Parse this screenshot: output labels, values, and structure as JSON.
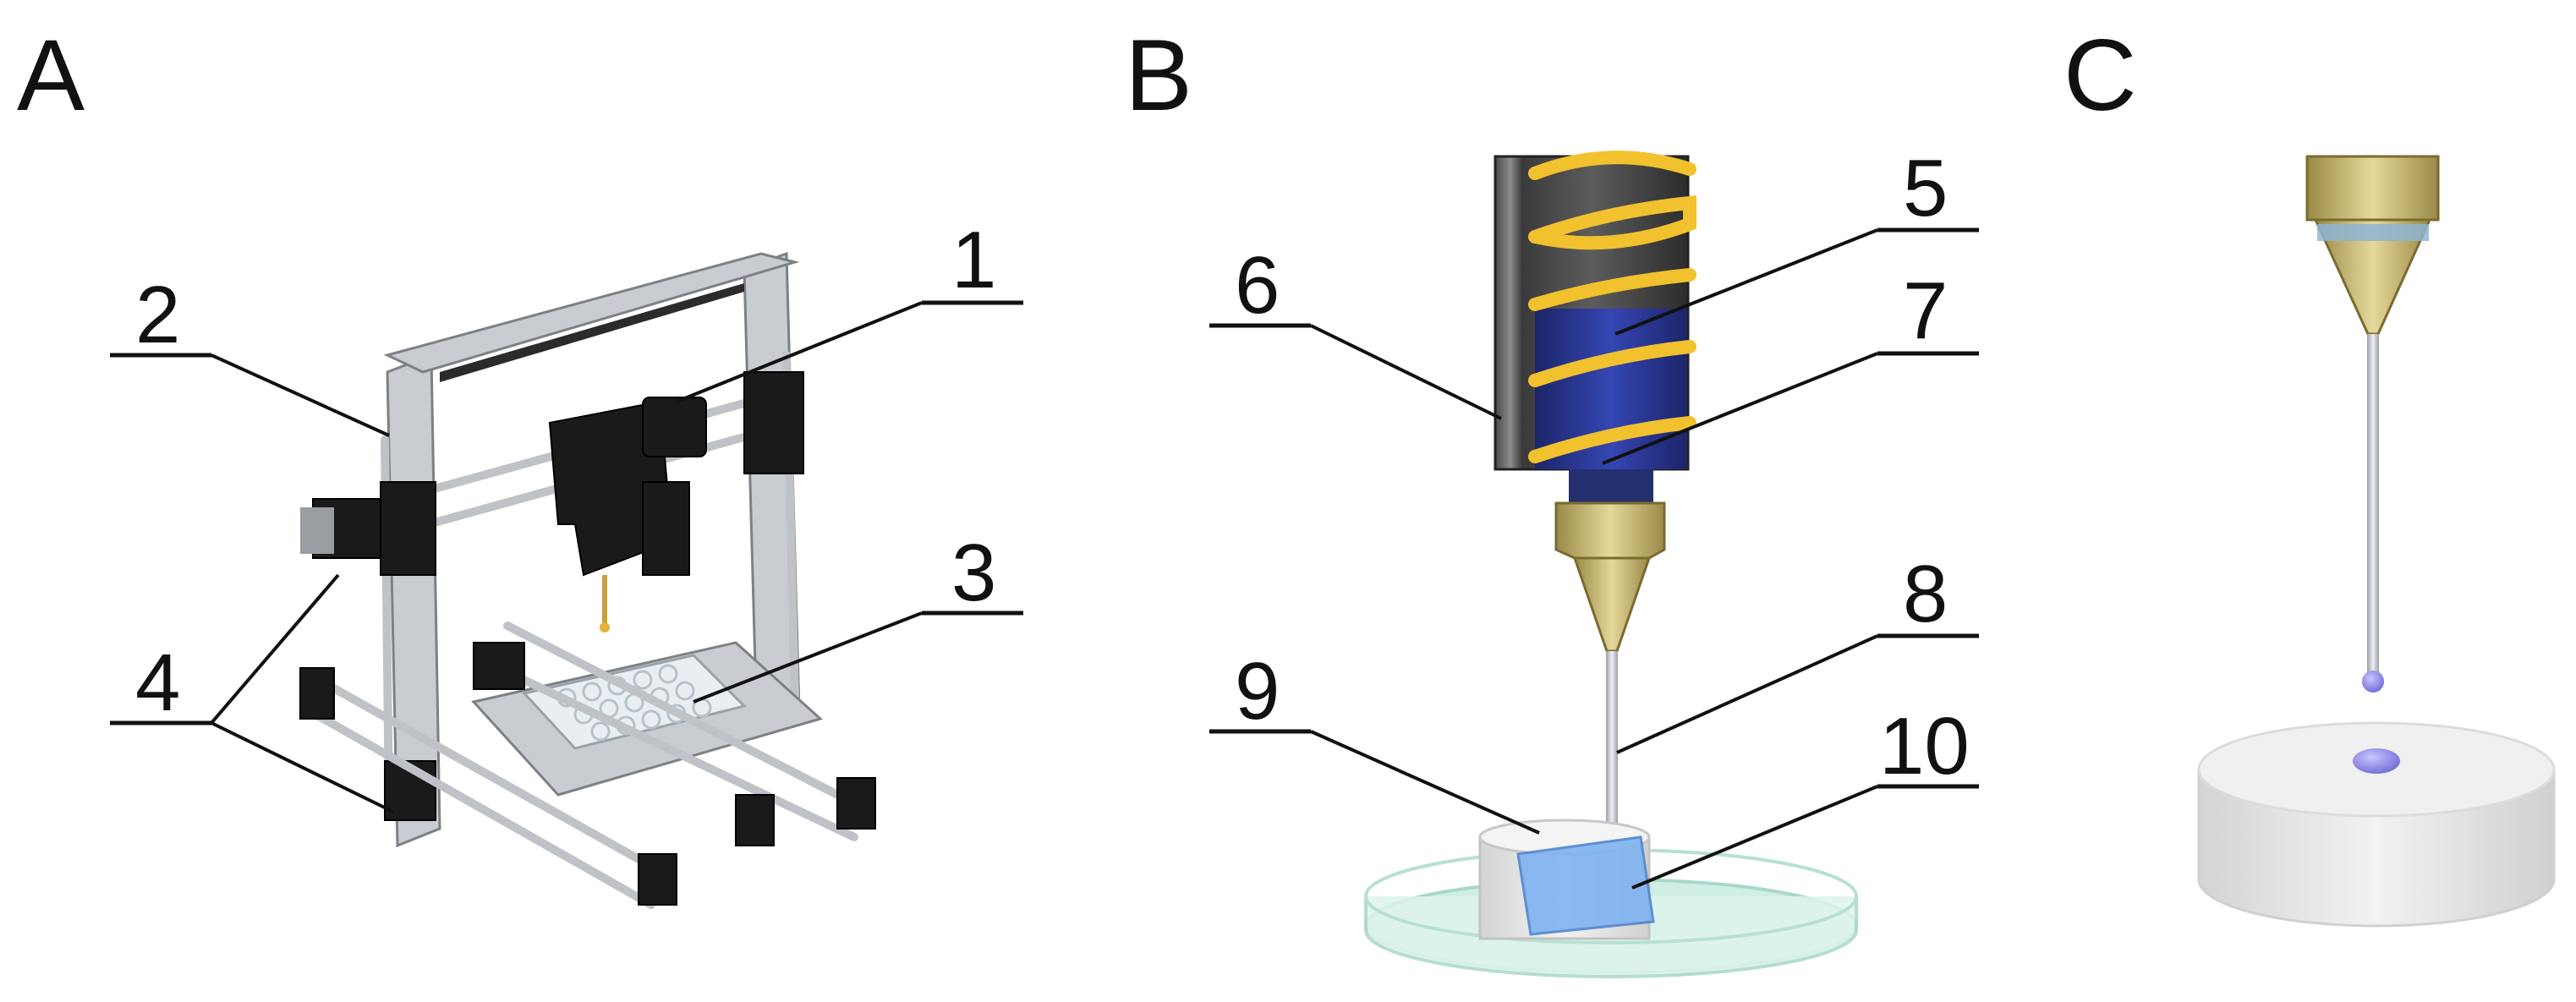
{
  "panels": [
    {
      "letter": "A"
    },
    {
      "letter": "B"
    },
    {
      "letter": "C"
    }
  ],
  "callouts": [
    "1",
    "2",
    "3",
    "4",
    "5",
    "6",
    "7",
    "8",
    "9",
    "10"
  ],
  "colors": {
    "ink": "#111111",
    "frame_metal": "#c9ccd0",
    "motor_black": "#1a1a1a",
    "coil_yellow": "#f2c12e",
    "syringe_blue": "#2a3a9a",
    "nozzle_gold": "#c8b46a",
    "hydrogel_blue": "#7fb2f0",
    "dish_glass": "#cfeee6",
    "droplet_purple": "#8a86e8",
    "pedestal_gray": "#e6e6e6"
  }
}
